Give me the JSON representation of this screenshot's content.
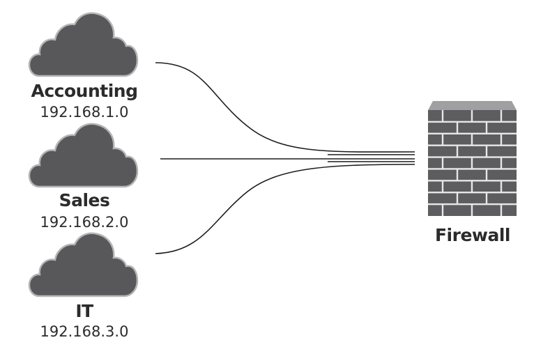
{
  "networks": [
    {
      "name": "Accounting",
      "address": "192.168.1.0",
      "icon": "cloud-icon"
    },
    {
      "name": "Sales",
      "address": "192.168.2.0",
      "icon": "cloud-icon"
    },
    {
      "name": "IT",
      "address": "192.168.3.0",
      "icon": "cloud-icon"
    }
  ],
  "firewall": {
    "label": "Firewall",
    "icon": "brick-wall-icon"
  },
  "colors": {
    "cloud_fill": "#58585a",
    "cloud_outline": "#b5b5b7",
    "wall_brick": "#5d5d5f",
    "wall_mortar": "#e7e7e8",
    "wall_top": "#a0a0a2",
    "line": "#1c1c1c",
    "text": "#2b2b2b"
  }
}
